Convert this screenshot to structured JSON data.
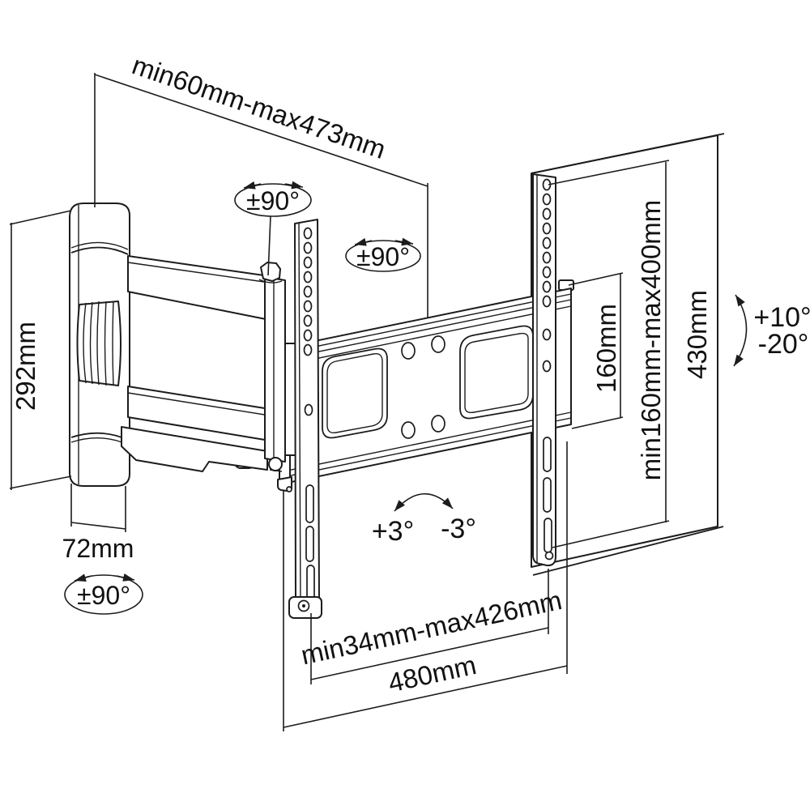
{
  "diagram": {
    "type": "technical-line-drawing",
    "subject": "full-motion TV wall mount bracket with dimensions",
    "background": "#ffffff",
    "line_color": "#1c1c1c",
    "labels": {
      "arm_extension": "min60mm-max473mm",
      "swivel_top": "±90°",
      "swivel_middle": "±90°",
      "swivel_bottom": "±90°",
      "wall_plate_height": "292mm",
      "wall_plate_depth": "72mm",
      "vesa_min_height": "160mm",
      "vesa_height_range": "min160mm-max400mm",
      "bracket_height": "430mm",
      "tilt_up": "+10°",
      "tilt_down": "-20°",
      "level_left": "+3°",
      "level_right": "-3°",
      "rail_span_range": "min34mm-max426mm",
      "crossbar_width": "480mm"
    }
  }
}
